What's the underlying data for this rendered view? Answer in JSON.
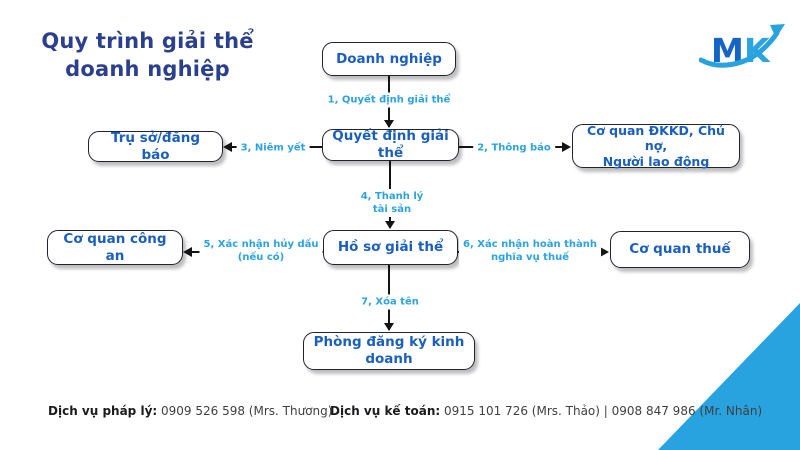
{
  "title": {
    "line1": "Quy trình giải thể",
    "line2": "doanh nghiệp"
  },
  "logo": {
    "m": "M",
    "k": "K"
  },
  "nodes": {
    "company": "Doanh nghiệp",
    "decision": "Quyết định giải thể",
    "office": "Trụ sở/đăng báo",
    "dkkd_line1": "Cơ quan ĐKKD, Chủ nợ,",
    "dkkd_line2": "Người lao động",
    "police": "Cơ quan công an",
    "dossier": "Hồ sơ giải thể",
    "tax": "Cơ quan thuế",
    "registry": "Phòng đăng ký kinh doanh"
  },
  "edges": {
    "e1": "1, Quyết định giải thể",
    "e2": "2, Thông báo",
    "e3": "3, Niêm yết",
    "e4_line1": "4, Thanh lý",
    "e4_line2": "tài sản",
    "e5_line1": "5, Xác nhận hủy dấu",
    "e5_line2": "(nếu có)",
    "e6_line1": "6, Xác nhận hoàn thành",
    "e6_line2": "nghĩa vụ thuế",
    "e7": "7, Xóa tên"
  },
  "footer": {
    "legal_label": "Dịch vụ pháp lý:",
    "legal_value": " 0909 526 598 (Mrs. Thương)",
    "accounting_label": "Dịch vụ kế toán:",
    "accounting_value": " 0915 101 726 (Mrs. Thảo) | 0908 847 986 (Mr. Nhân)"
  },
  "colors": {
    "title_blue": "#2a3f8e",
    "node_text_blue": "#1a5fbe",
    "edge_label_blue": "#2ba3e2",
    "accent_triangle": "#29a3e0",
    "logo_m_blue": "#1565c4",
    "logo_k_blue": "#2aa5e0"
  }
}
